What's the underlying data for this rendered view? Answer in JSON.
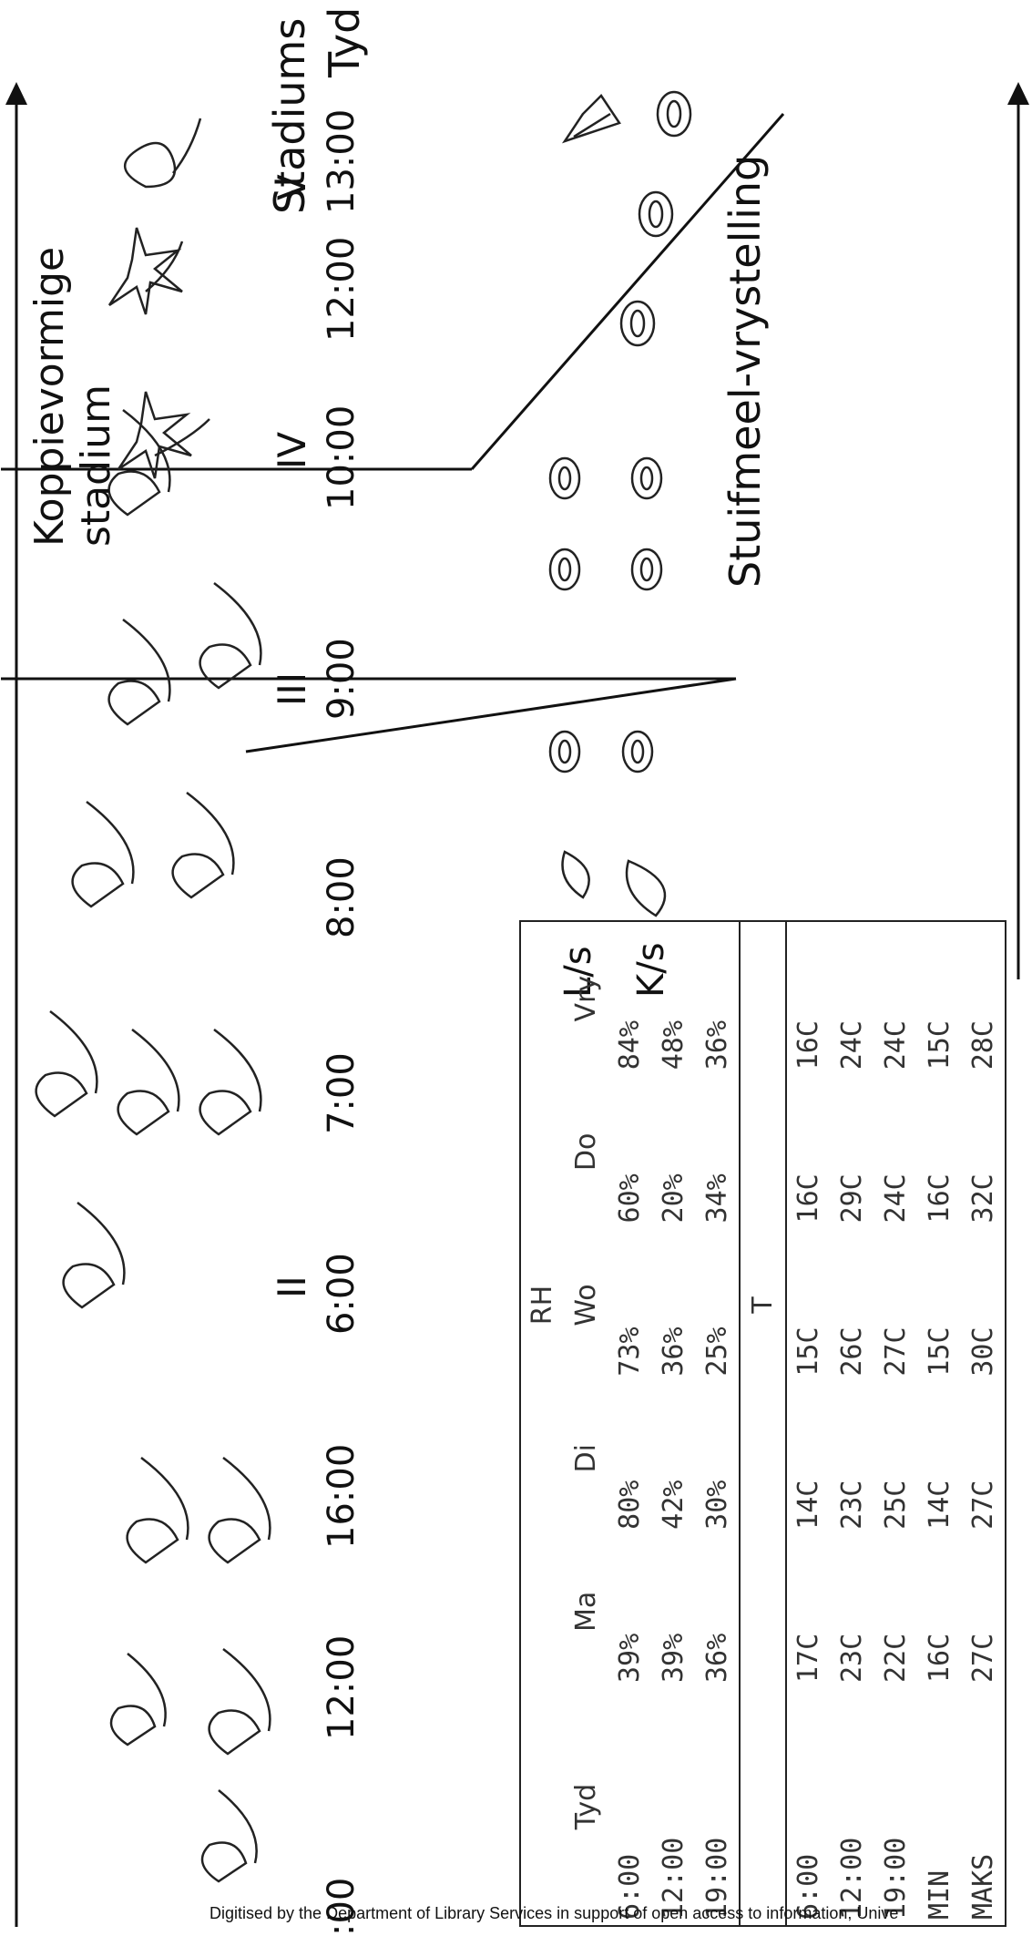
{
  "header": {
    "stages_title": "Stadiums",
    "time_title": "Tyd",
    "cup_stage": "Koppievormige stadium",
    "pollen_release": "Stuifmeel-vrystelling"
  },
  "timeline": [
    {
      "time": ":00",
      "stage": ""
    },
    {
      "time": "12:00",
      "stage": ""
    },
    {
      "time": "16:00",
      "stage": ""
    },
    {
      "time": "6:00",
      "stage": "II"
    },
    {
      "time": "7:00",
      "stage": ""
    },
    {
      "time": "8:00",
      "stage": ""
    },
    {
      "time": "9:00",
      "stage": "III"
    },
    {
      "time": "10:00",
      "stage": "IV"
    },
    {
      "time": "12:00",
      "stage": ""
    },
    {
      "time": "13:00",
      "stage": "V"
    }
  ],
  "anther_labels": {
    "ls": "L/s",
    "ks": "K/s"
  },
  "table": {
    "rh_title": "RH",
    "t_title": "T",
    "columns": [
      "Tyd",
      "Ma",
      "Di",
      "Wo",
      "Do",
      "Vry"
    ],
    "rh_rows": [
      [
        "6:00",
        "39%",
        "80%",
        "73%",
        "60%",
        "84%"
      ],
      [
        "12:00",
        "39%",
        "42%",
        "36%",
        "20%",
        "48%"
      ],
      [
        "19:00",
        "36%",
        "30%",
        "25%",
        "34%",
        "36%"
      ]
    ],
    "t_rows": [
      [
        "6:00",
        "17C",
        "14C",
        "15C",
        "16C",
        "16C"
      ],
      [
        "12:00",
        "23C",
        "23C",
        "26C",
        "29C",
        "24C"
      ],
      [
        "19:00",
        "22C",
        "25C",
        "27C",
        "24C",
        "24C"
      ],
      [
        "MIN",
        "16C",
        "14C",
        "15C",
        "16C",
        "15C"
      ],
      [
        "MAKS",
        "27C",
        "27C",
        "30C",
        "32C",
        "28C"
      ]
    ]
  },
  "footer": {
    "credit": "Digitised by the Department of Library Services in support of open access to information, Unive"
  }
}
